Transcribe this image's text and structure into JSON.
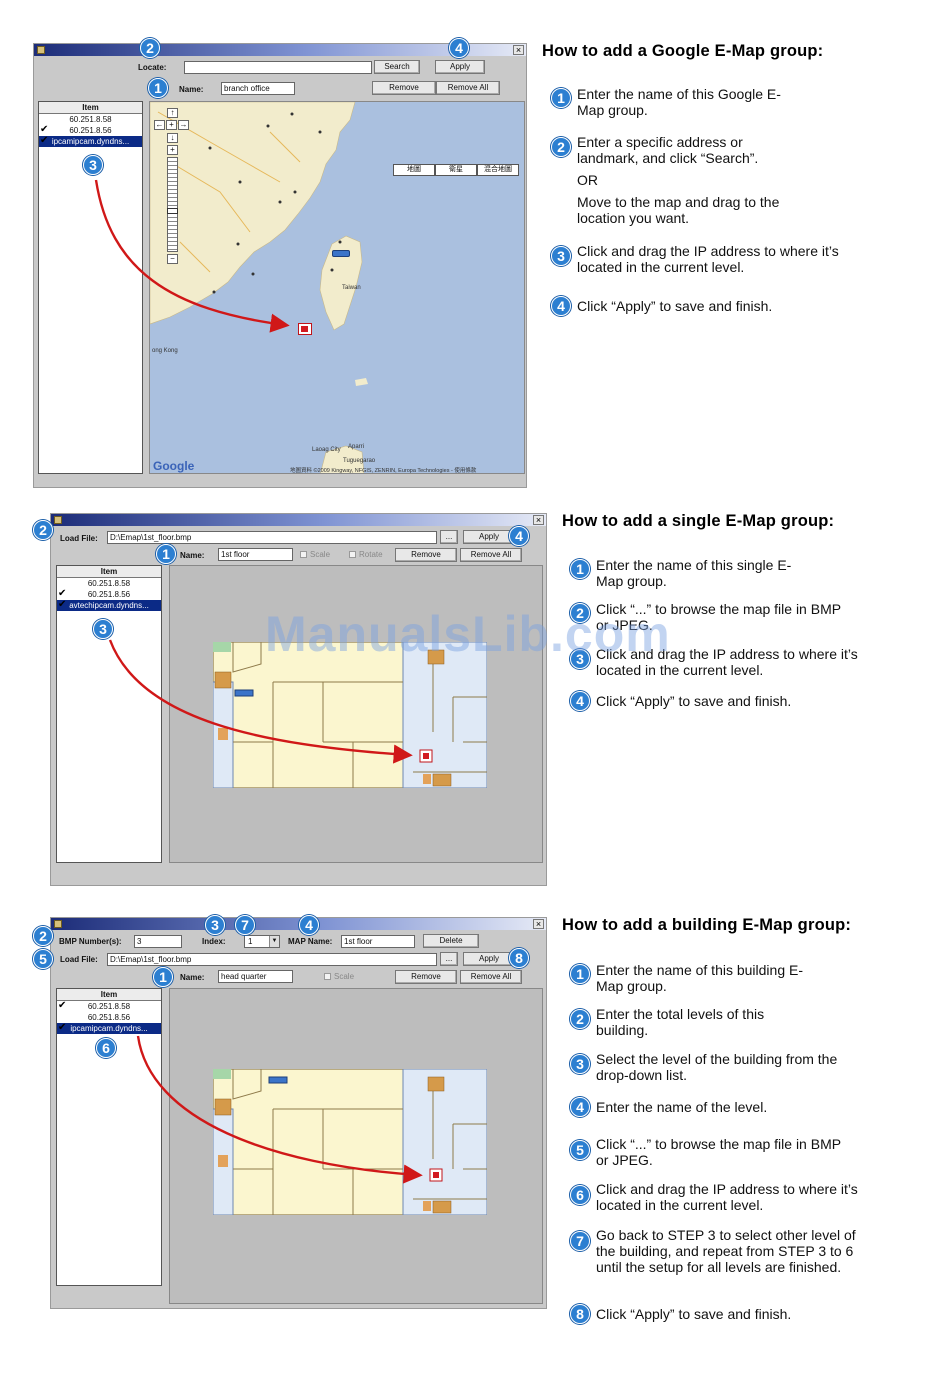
{
  "watermark": "ManualsLib.com",
  "google_section": {
    "heading": "How to add a Google E-Map group:",
    "locate_label": "Locate:",
    "name_label": "Name:",
    "name_value": "branch office",
    "search_button": "Search",
    "apply_button": "Apply",
    "remove_button": "Remove",
    "remove_all_button": "Remove All",
    "item_header": "Item",
    "items": [
      "60.251.8.58",
      "60.251.8.56",
      "ipcamipcam.dyndns..."
    ],
    "map_tabs": [
      "地圖",
      "衛星",
      "混合地圖"
    ],
    "map_labels": {
      "taiwan": "Taiwan",
      "hong_kong": "ong Kong",
      "laoag": "Laoag City",
      "aparri": "Aparri",
      "tuguegarao": "Tuguegarao",
      "google_logo": "Google",
      "copyright": "地圖資料 ©2009 Kingway, NFGIS, ZENRIN, Europa Technologies - 使用條款"
    },
    "steps": [
      {
        "num": "1",
        "text": "Enter the name of this Google E-Map group."
      },
      {
        "num": "2",
        "text": "Enter a specific address or landmark, and click “Search”."
      },
      {
        "num": "",
        "text": "OR"
      },
      {
        "num": "",
        "text": "Move to the map and drag to the location you want."
      },
      {
        "num": "3",
        "text": "Click and drag the IP address to where it’s located in the current level."
      },
      {
        "num": "4",
        "text": "Click “Apply” to save and finish."
      }
    ]
  },
  "single_section": {
    "heading": "How to add a single E-Map group:",
    "load_file_label": "Load File:",
    "load_file_value": "D:\\Emap\\1st_floor.bmp",
    "browse_button": "...",
    "apply_button": "Apply",
    "name_label": "Name:",
    "name_value": "1st floor",
    "scale_label": "Scale",
    "rotate_label": "Rotate",
    "remove_button": "Remove",
    "remove_all_button": "Remove All",
    "item_header": "Item",
    "items": [
      "60.251.8.58",
      "60.251.8.56",
      "avtechipcam.dyndns..."
    ],
    "steps": [
      {
        "num": "1",
        "text": "Enter the name of this single E-Map group."
      },
      {
        "num": "2",
        "text": "Click “...” to browse the map file in BMP or JPEG."
      },
      {
        "num": "3",
        "text": "Click and drag the IP address to where it’s located in the current level."
      },
      {
        "num": "4",
        "text": "Click “Apply” to save and finish."
      }
    ]
  },
  "building_section": {
    "heading": "How to add a building E-Map group:",
    "bmp_number_label": "BMP Number(s):",
    "bmp_number_value": "3",
    "index_label": "Index:",
    "index_value": "1",
    "map_name_label": "MAP Name:",
    "map_name_value": "1st floor",
    "delete_button": "Delete",
    "load_file_label": "Load File:",
    "load_file_value": "D:\\Emap\\1st_floor.bmp",
    "browse_button": "...",
    "apply_button": "Apply",
    "name_label": "Name:",
    "name_value": "head quarter",
    "scale_label": "Scale",
    "remove_button": "Remove",
    "remove_all_button": "Remove All",
    "item_header": "Item",
    "items": [
      "60.251.8.58",
      "60.251.8.56",
      "ipcamipcam.dyndns..."
    ],
    "steps": [
      {
        "num": "1",
        "text": "Enter the name of this building E-Map group."
      },
      {
        "num": "2",
        "text": "Enter the total levels of this building."
      },
      {
        "num": "3",
        "text": "Select the level of the building from the drop-down list."
      },
      {
        "num": "4",
        "text": "Enter the name of the level."
      },
      {
        "num": "5",
        "text": "Click “...” to browse the map file in BMP or JPEG."
      },
      {
        "num": "6",
        "text": "Click and drag the IP address to where it’s located in the current level."
      },
      {
        "num": "7",
        "text": "Go back to STEP 3 to select other level of the building, and repeat from STEP 3 to 6 until the setup for all levels are finished."
      },
      {
        "num": "8",
        "text": "Click “Apply” to save and finish."
      }
    ]
  },
  "colors": {
    "badge": "#2c7fd1",
    "arrow": "#d01818",
    "map_sea": "#aac0df",
    "map_land": "#f2eccc",
    "floor_yellow": "#fbf6cf",
    "floor_blue": "#dfe9f6"
  }
}
